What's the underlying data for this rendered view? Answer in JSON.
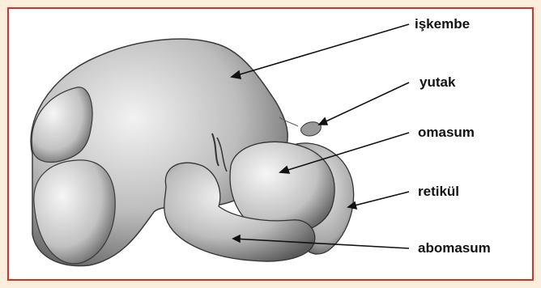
{
  "colors": {
    "border": "#d92f27",
    "background": "#fbeedd",
    "panel": "#ffffff",
    "ink": "#111111"
  },
  "labels": {
    "iskembe": "işkembe",
    "yutak": "yutak",
    "omasum": "omasum",
    "retikul": "retikül",
    "abomasum": "abomasum"
  }
}
